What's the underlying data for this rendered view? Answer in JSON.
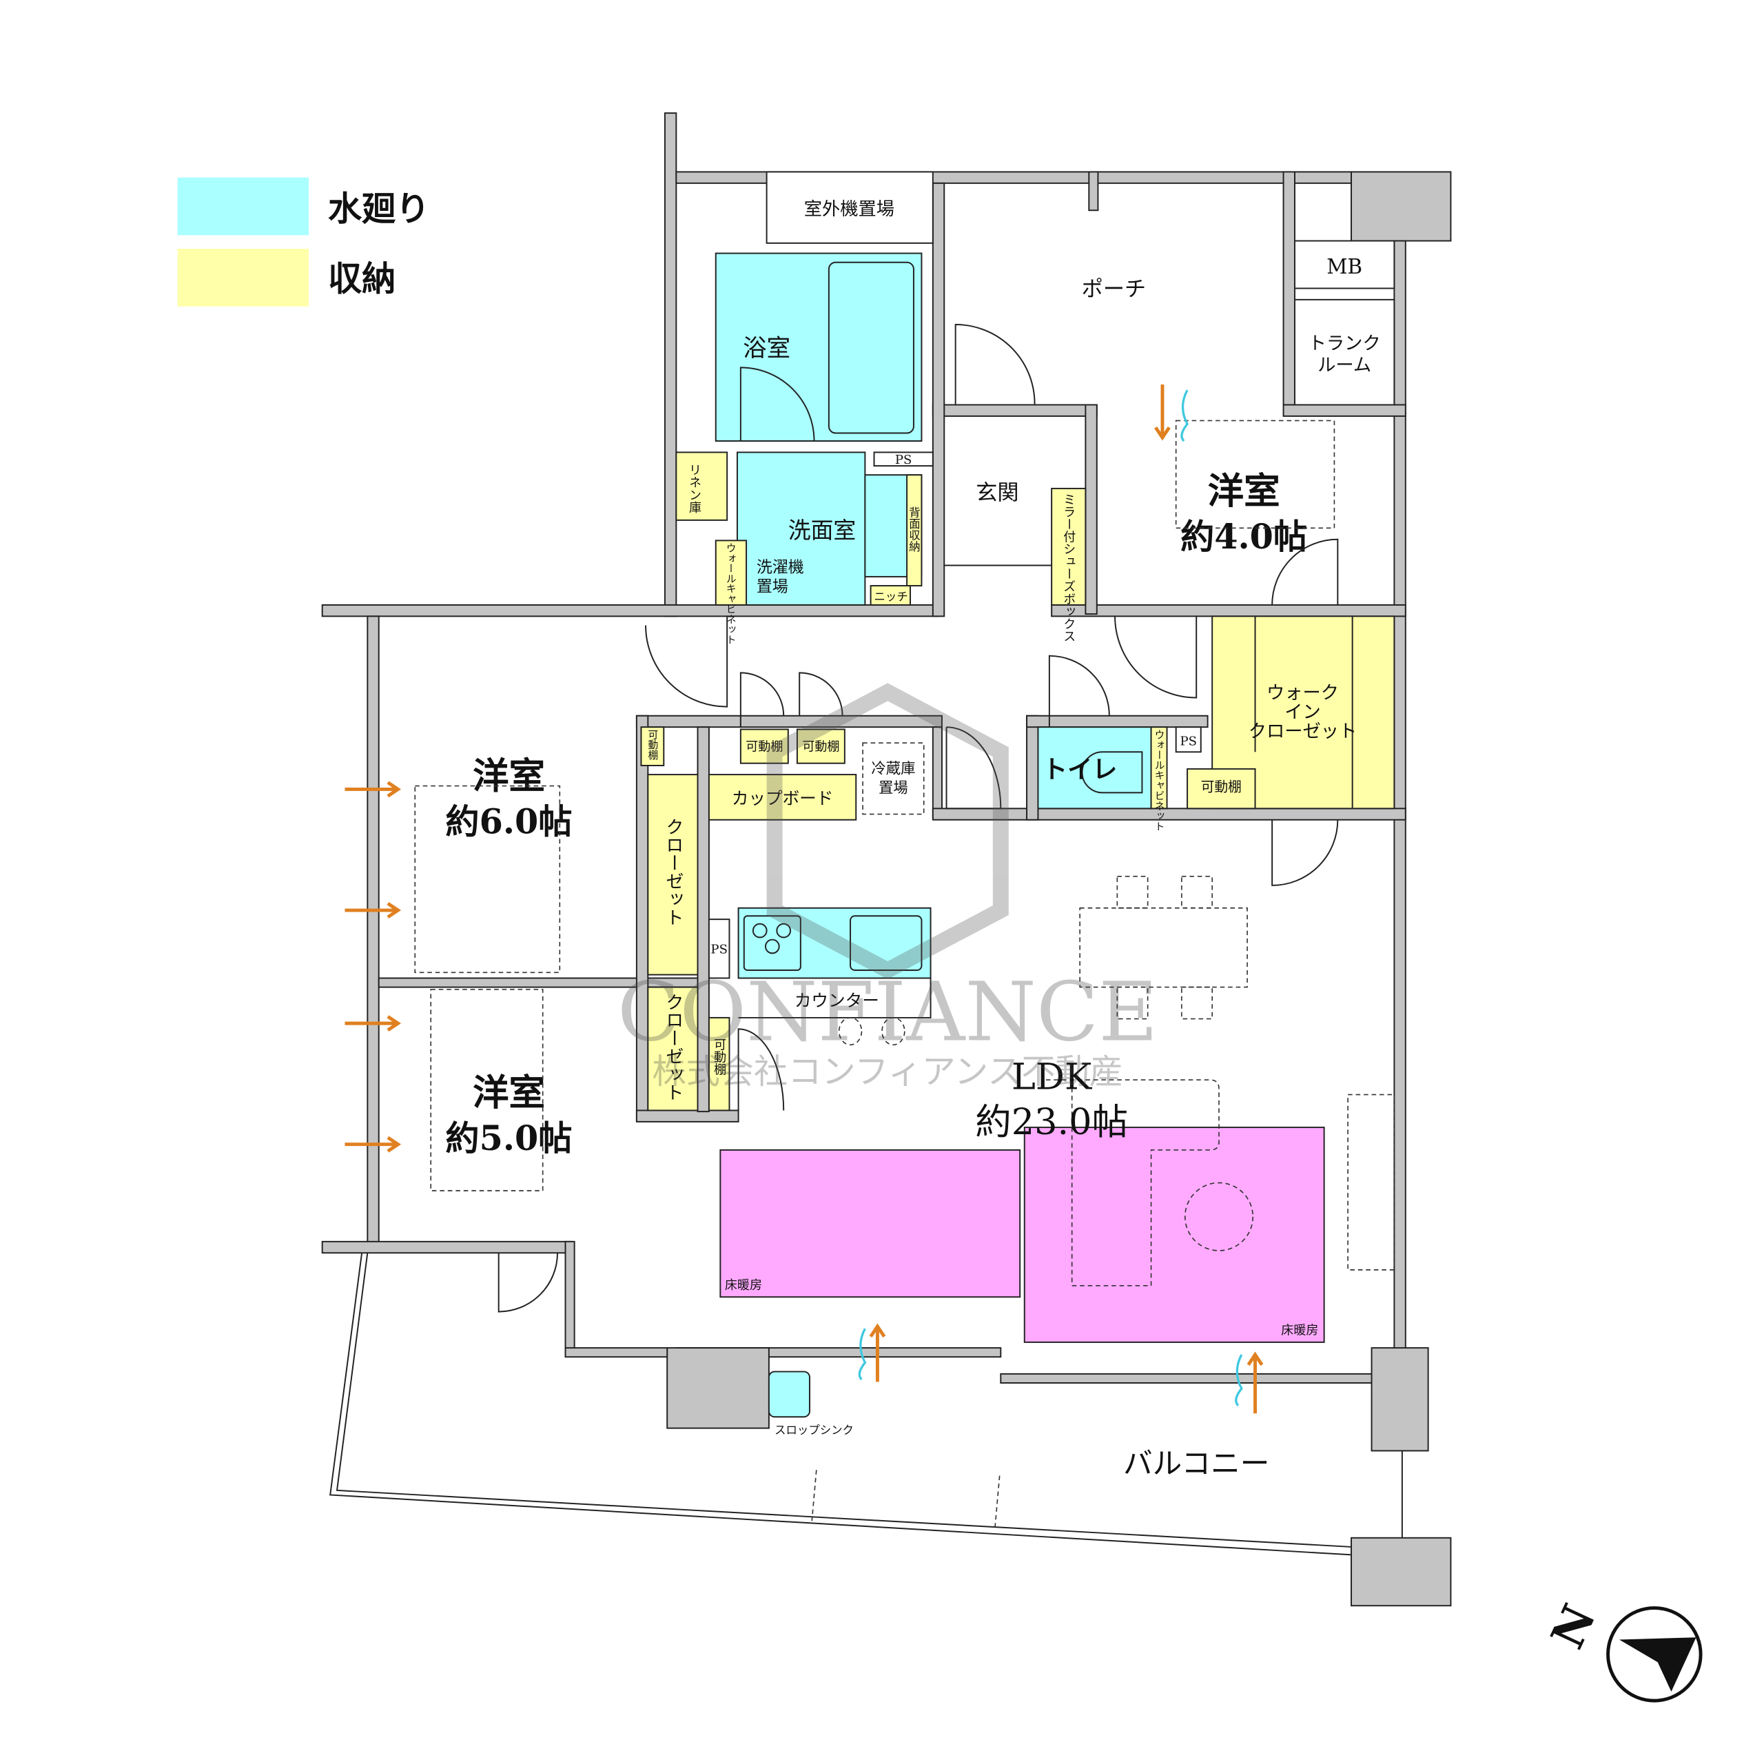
{
  "legend": [
    {
      "label": "水廻り",
      "color": "#aaffff"
    },
    {
      "label": "収納",
      "color": "#ffffaa"
    }
  ],
  "rooms": {
    "outdoor_unit": "室外機置場",
    "porch": "ポーチ",
    "mb": "MB",
    "trunk_room": "トランク\nルーム",
    "trunk_room_l1": "トランク",
    "trunk_room_l2": "ルーム",
    "bath": "浴室",
    "washroom": "洗面室",
    "linen": "リネン庫",
    "wall_cabinet": "ウォールキャビネット",
    "washer_l1": "洗濯機",
    "washer_l2": "置場",
    "back_storage": "背面収納",
    "niche": "ニッチ",
    "ps": "PS",
    "entrance": "玄関",
    "shoebox": "ミラー付シューズボックス",
    "bedroom4_name": "洋室",
    "bedroom4_size": "約4.0帖",
    "wic_l1": "ウォーク",
    "wic_l2": "イン",
    "wic_l3": "クローゼット",
    "movable_shelf": "可動棚",
    "toilet": "トイレ",
    "bedroom6_name": "洋室",
    "bedroom6_size": "約6.0帖",
    "bedroom5_name": "洋室",
    "bedroom5_size": "約5.0帖",
    "closet": "クローゼット",
    "cupboard": "カップボード",
    "fridge_l1": "冷蔵庫",
    "fridge_l2": "置場",
    "counter": "カウンター",
    "ldk_name": "LDK",
    "ldk_size": "約23.0帖",
    "floor_heating": "床暖房",
    "slop_sink": "スロップシンク",
    "balcony": "バルコニー"
  },
  "compass": {
    "label": "N"
  },
  "watermark": {
    "brand": "CONFIANCE",
    "company": "株式会社コンフィアンス不動産"
  }
}
